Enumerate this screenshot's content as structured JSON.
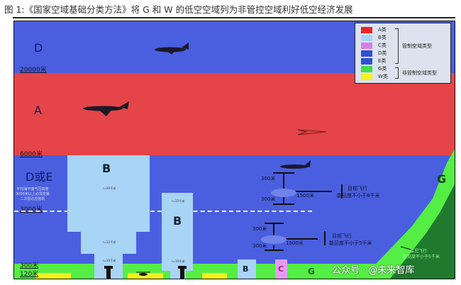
{
  "title": "图 1:《国家空域基础分类方法》将 G 和 W 的低空空域列为非管控空域利好低空经济发展",
  "zones": {
    "top": "D",
    "middle": "A",
    "lower": "D或E",
    "g": "G"
  },
  "altitudes": {
    "a20000": "20000米",
    "a6000": "6000米",
    "a3000": "3000米",
    "a300": "300米",
    "a120": "120米"
  },
  "note": "平均海平面气压高度\n3000米以上必须安装\n二次雷达应答机",
  "b_blocks": {
    "b1": "B",
    "b2": "B",
    "b3": "B",
    "c": "C",
    "g_ground": "G"
  },
  "radii": {
    "r1": "r=20千米",
    "r2": "r=12千米",
    "r3": "r=10千米",
    "r4": "r=15千米",
    "r5": "r=10千米"
  },
  "vfr": {
    "up": "300米",
    "down": "300米",
    "dist": "1500米",
    "text1": "目视飞行",
    "text2": "能见度不小于8千米",
    "text3": "能见度不小于5千米"
  },
  "slope_note": {
    "l1": "目视飞行",
    "l2": "能见度不小于5千米"
  },
  "legend": {
    "items": [
      {
        "label": "A类",
        "color": "#e8262b"
      },
      {
        "label": "B类",
        "color": "#a8d4f5"
      },
      {
        "label": "C类",
        "color": "#d77de8"
      },
      {
        "label": "D类",
        "color": "#2f50d8"
      },
      {
        "label": "E类",
        "color": "#2f50d8"
      },
      {
        "label": "G类",
        "color": "#44dd44"
      },
      {
        "label": "W类",
        "color": "#f2f21a"
      }
    ],
    "controlled": "管制空域类型",
    "uncontrolled": "非管制空域类型"
  },
  "watermark": "公众号 · @未来智库"
}
